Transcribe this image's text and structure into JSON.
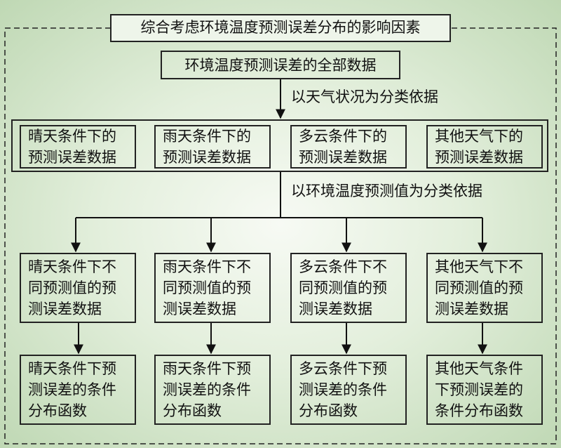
{
  "title": "综合考虑环境温度预测误差分布的影响因素",
  "root": "环境温度预测误差的全部数据",
  "edge_label_1": "以天气状况为分类依据",
  "edge_label_2": "以环境温度预测值为分类依据",
  "level1": [
    "晴天条件下的\n预测误差数据",
    "雨天条件下的\n预测误差数据",
    "多云条件下的\n预测误差数据",
    "其他天气下的\n预测误差数据"
  ],
  "level2": [
    "晴天条件下不\n同预测值的预\n测误差数据",
    "雨天条件下不\n同预测值的预\n测误差数据",
    "多云条件下不\n同预测值的预\n测误差数据",
    "其他天气下不\n同预测值的预\n测误差数据"
  ],
  "level3": [
    "晴天条件下预\n测误差的条件\n分布函数",
    "雨天条件下预\n测误差的条件\n分布函数",
    "多云条件下预\n测误差的条件\n分布函数",
    "其他天气条件\n下预测误差的\n条件分布函数"
  ]
}
